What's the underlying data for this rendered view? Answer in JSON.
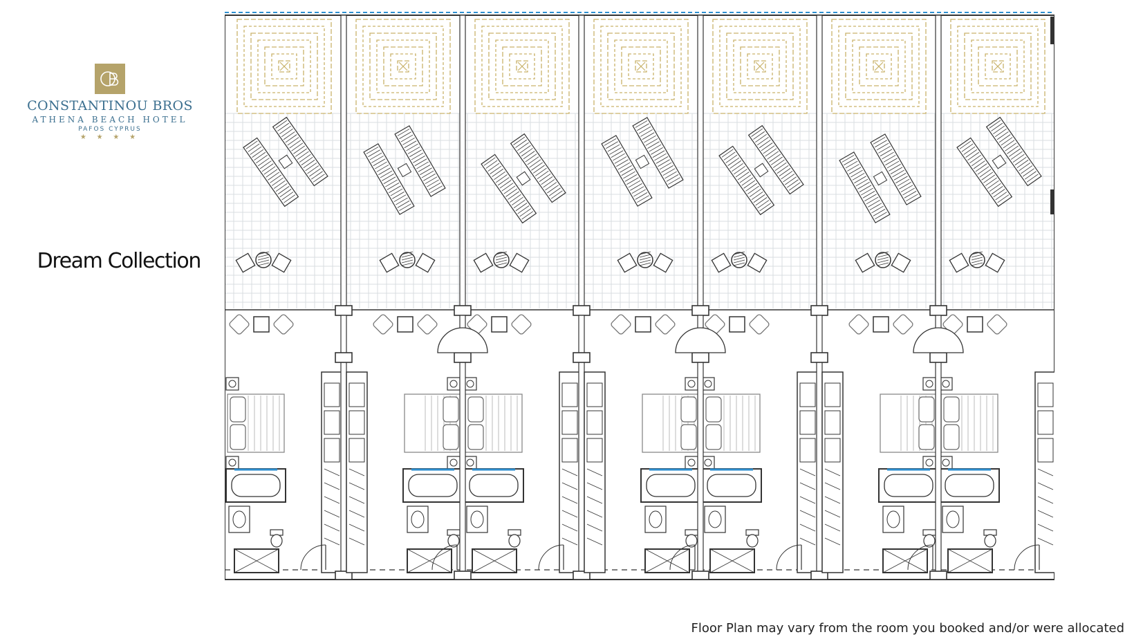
{
  "brand": {
    "name": "CONSTANTINOU BROS",
    "hotel": "ATHENA BEACH HOTEL",
    "location": "PAFOS CYPRUS",
    "stars": "★ ★ ★ ★",
    "logo_icon": "cb-monogram-icon"
  },
  "collection_title": "Dream Collection",
  "disclaimer": "Floor Plan may vary from the room you booked and/or were allocated",
  "colors": {
    "brand_blue": "#3b6f8f",
    "gold": "#c9b26a",
    "logo_gold": "#b5a36a",
    "line": "#333333",
    "grid": "#d9dde0",
    "water": "#2e8fd0"
  },
  "plan": {
    "room_count": 7,
    "pergola_icon": "pergola-icon",
    "sunbed_icon": "sunbed-pair-icon",
    "table_icon": "table-chairs-icon",
    "bed_icon": "double-bed-icon",
    "bath_icon": "bathtub-icon",
    "wc_icon": "toilet-icon",
    "wardrobe_icon": "wardrobe-icon",
    "door_icon": "door-swing-icon"
  }
}
